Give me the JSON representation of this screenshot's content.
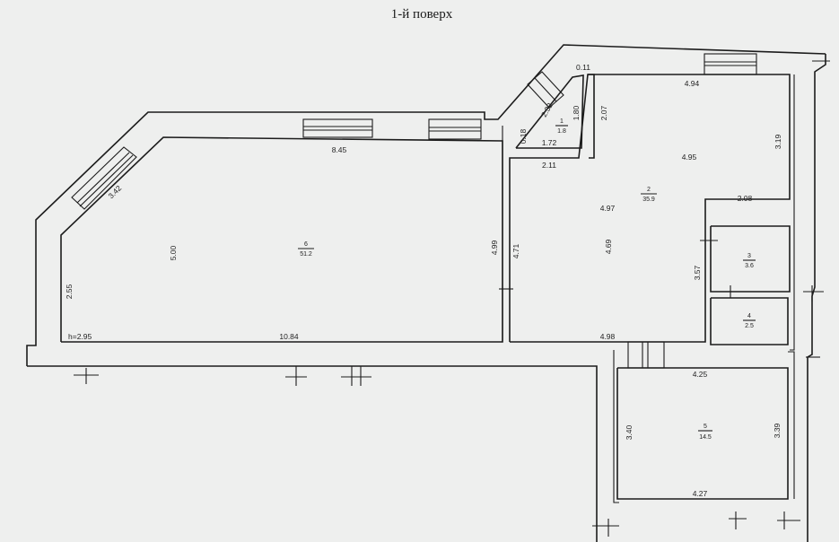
{
  "title": "1-й поверх",
  "rooms": [
    {
      "number": "1",
      "area": "1.8"
    },
    {
      "number": "2",
      "area": "35.9"
    },
    {
      "number": "3",
      "area": "3.6"
    },
    {
      "number": "4",
      "area": "2.5"
    },
    {
      "number": "5",
      "area": "14.5"
    },
    {
      "number": "6",
      "area": "51.2"
    }
  ],
  "ceiling_height": "h=2.95",
  "dimensions": {
    "r6_top": "8.45",
    "r6_diag": "3.42",
    "r6_inner": "5.00",
    "r6_left": "2.55",
    "r6_bottom": "10.84",
    "r6_right": "4.99",
    "r2_left": "4.71",
    "r1_top": "0.11",
    "r1_diag": "2.32",
    "r1_right": "1.80",
    "r1_left": "0.18",
    "r1_bottom": "1.72",
    "r1_base": "2.11",
    "r2_top": "4.94",
    "r2_toplft": "2.07",
    "r2_mid": "4.95",
    "r2_rt": "3.19",
    "r2_step": "2.08",
    "r2_inner": "4.97",
    "r2_height": "4.69",
    "r2_low": "3.57",
    "r2_bottom": "4.98",
    "r5_top": "4.25",
    "r5_left": "3.40",
    "r5_right": "3.39",
    "r5_bottom": "4.27"
  }
}
